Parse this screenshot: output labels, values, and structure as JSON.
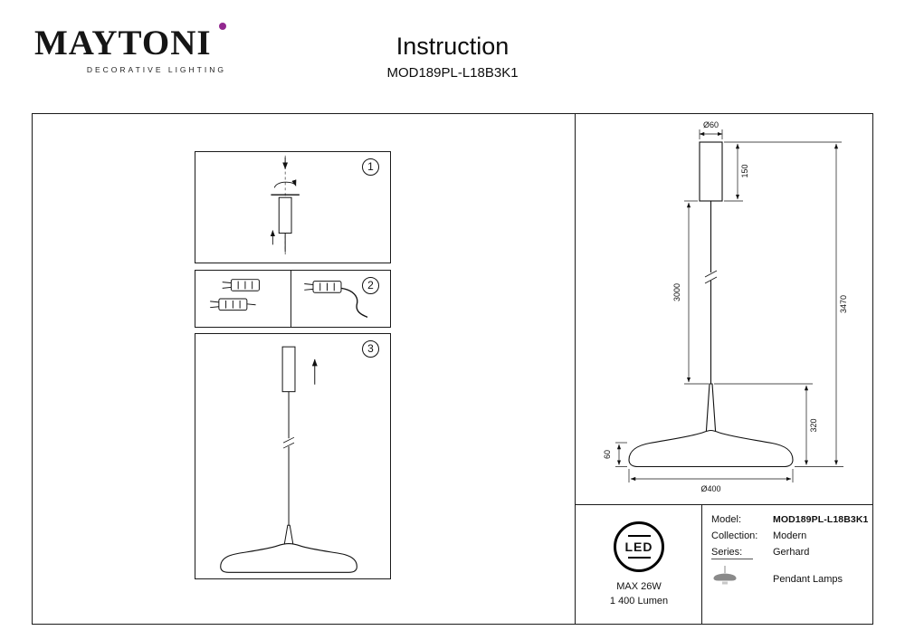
{
  "header": {
    "brand": "MAYTONI",
    "tagline": "DECORATIVE LIGHTING",
    "title": "Instruction",
    "model": "MOD189PL-L18B3K1"
  },
  "steps": {
    "step1": "1",
    "step2": "2",
    "step3": "3"
  },
  "dimensions": {
    "canopy_diameter": "Ø60",
    "canopy_height": "150",
    "cable_length": "3000",
    "body_height": "320",
    "total_height": "3470",
    "shade_height": "60",
    "shade_diameter": "Ø400"
  },
  "led_badge": {
    "label": "LED",
    "max_power": "MAX 26W",
    "luminous_flux": "1 400 Lumen"
  },
  "spec_table": {
    "model_label": "Model:",
    "model_value": "MOD189PL-L18B3K1",
    "collection_label": "Collection:",
    "collection_value": "Modern",
    "series_label": "Series:",
    "series_value": "Gerhard",
    "type_value": "Pendant Lamps"
  },
  "colors": {
    "brand_dot": "#92278F",
    "line": "#1a1a1a"
  }
}
